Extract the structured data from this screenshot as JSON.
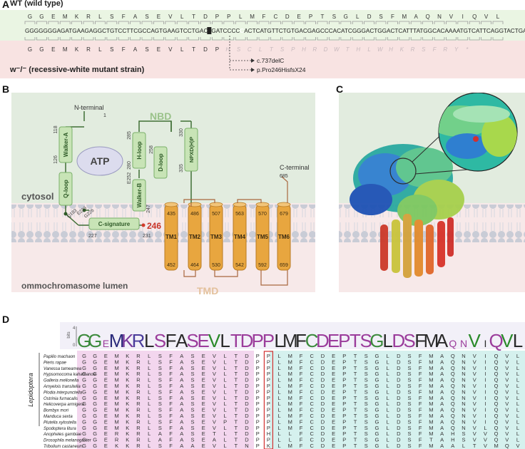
{
  "panel_a": {
    "letter": "A",
    "wt_label": "WT (wild type)",
    "wt_aa": [
      "G",
      "G",
      "E",
      "M",
      "K",
      "R",
      "L",
      "S",
      "F",
      "A",
      "S",
      "E",
      "V",
      "L",
      "T",
      "D",
      "P",
      "P",
      "L",
      "M",
      "F",
      "C",
      "D",
      "E",
      "P",
      "T",
      "S",
      "G",
      "L",
      "D",
      "S",
      "F",
      "M",
      "A",
      "Q",
      "N",
      "V",
      "I",
      "Q",
      "V",
      "L"
    ],
    "dna_left": "GGGGGGGAGATGAAGAGGCTGTCCTTCGCCAGTGAAGTCCTGACTGATCCCC",
    "dna_highlight": "C",
    "dna_right": "ACTCATGTTCTGTGACGAGCCCACATCGGGACTGGACTCATTTATGGCACAAAATGTCATTCAGGTACTGA",
    "mut_aa": [
      "G",
      "G",
      "E",
      "M",
      "K",
      "R",
      "L",
      "S",
      "F",
      "A",
      "S",
      "E",
      "V",
      "L",
      "T",
      "D",
      "P"
    ],
    "mut_aa_ghost": [
      "H",
      "S",
      "C",
      "L",
      "T",
      "S",
      "P",
      "H",
      "R",
      "D",
      "W",
      "T",
      "H",
      "L",
      "W",
      "H",
      "K",
      "R",
      "S",
      "F",
      "R",
      "Y",
      "*"
    ],
    "mut_label": "w⁻/⁻ (recessive-white mutant strain)",
    "annot1": "c.737delC",
    "annot2": "p.Pro246HisfsX24"
  },
  "panel_b": {
    "letter": "B",
    "n_terminal": "N-terminal",
    "n_num": "1",
    "nbd": "NBD",
    "atp": "ATP",
    "walker_a": "Walker-A",
    "q_loop": "Q-loop",
    "h_loop": "H-loop",
    "d_loop": "D-loop",
    "walker_b": "Walker-B",
    "npxdh": "NPXD(H)P",
    "c_signature": "C-signature",
    "nums": {
      "n118": "118",
      "n126": "126",
      "n285": "285",
      "n280": "280",
      "n258": "258",
      "n252": "E252",
      "n330": "330",
      "n335": "335",
      "n247": "247",
      "n231": "231",
      "n227": "227",
      "n183": "Q183",
      "e223": "E223",
      "g226": "G226"
    },
    "site": "246",
    "c_terminal": "C-terminal",
    "c_num": "685",
    "cytosol": "cytosol",
    "lumen": "ommochromasome lumen",
    "tmd": "TMD",
    "tm": [
      {
        "name": "TM1",
        "top": "435",
        "bottom": "452"
      },
      {
        "name": "TM2",
        "top": "486",
        "bottom": "464"
      },
      {
        "name": "TM3",
        "top": "507",
        "bottom": "530"
      },
      {
        "name": "TM4",
        "top": "563",
        "bottom": "542"
      },
      {
        "name": "TM5",
        "top": "570",
        "bottom": "592"
      },
      {
        "name": "TM6",
        "top": "679",
        "bottom": "659"
      }
    ]
  },
  "panel_c": {
    "letter": "C"
  },
  "panel_d": {
    "letter": "D",
    "axis_label": "bits",
    "axis_ticks": [
      "4",
      "0"
    ],
    "group_label": "Lepidoptera",
    "logo": [
      "G",
      "G",
      "E",
      "M",
      "K",
      "R",
      "L",
      "S",
      "F",
      "A",
      "S",
      "E",
      "V",
      "L",
      "T",
      "D",
      "P",
      "P",
      "L",
      "M",
      "F",
      "C",
      "D",
      "E",
      "P",
      "T",
      "S",
      "G",
      "L",
      "D",
      "S",
      "F",
      "M",
      "A",
      "Q",
      "N",
      "V",
      "I",
      "Q",
      "V",
      "L"
    ],
    "species": [
      {
        "name": "Papilio machaon",
        "seq": "GGEMKRLSFASEVLTDPPLMFCDEPTSGLDSFMAQNVIQVL"
      },
      {
        "name": "Pieris rapae",
        "seq": "GGEMKRLSFASEVLTDPPLMFCDEPTSGLDSFMAQNVIQVL"
      },
      {
        "name": "Vanessa tameamea",
        "seq": "GGEMKRLSFASEVLTDPPLMFCDEPTSGLDSFMAQNVIQVL"
      },
      {
        "name": "Hypsomocoma kahamanoa",
        "seq": "GGEMKRLSFASEVLTDPPLMFCDEPTSGLDSFMAQNVIQVL"
      },
      {
        "name": "Galleria mellonella",
        "seq": "GGEMKRLSFASEVLTDPPLMFCDEPTSGLDSFMAQNVIQVL"
      },
      {
        "name": "Amyelois transitella",
        "seq": "GGEMKRLSFASEVLTDPPLMFCDEPTSGLDSFMAQNVIQVL"
      },
      {
        "name": "Plodia interpunctella",
        "seq": "GGEMKRLSFASEVLTDPPLMFCDEPTSGLDSFMAQNVIQVL"
      },
      {
        "name": "Ostrinia furnacalis",
        "seq": "GGEMKRLSFASEVLTDPPLMFCDEPTSGLDSFMAQNVIQVL"
      },
      {
        "name": "Helicoverpa armigera",
        "seq": "GGEMKRLSFASEVLTDPPLMFCDEPTSGLDSFMAQNVIQVL"
      },
      {
        "name": "Bombyx mori",
        "seq": "GGEMKRLSFASEVLTDPPLMFCDEPTSGLDSFMAQNVIQVL"
      },
      {
        "name": "Manduca sexta",
        "seq": "GGEMKRLSFASEVLTDPPLMFCDEPTSGLDSFMAQNVIQVL"
      },
      {
        "name": "Plutella xylostella",
        "seq": "GGEMKRLSFASEVPTDPPLMFCDEPTSGLDSFMAQNVIQVL"
      },
      {
        "name": "Spodoptera litura",
        "seq": "GGEMKRLSFASEVLTDPPLMFCDEPTSGLDSFMAQNVLQVL"
      },
      {
        "name": "Anopheles gambiae",
        "seq": "GGERKRLAFASETLTDPHLLFCDEPTSGLDSFMAHSVVQVL"
      },
      {
        "name": "Drosophila melanogaster",
        "seq": "GGERKRLAFASEALTDPPLLFCDEPTSGLDSFTAHSVVQVL"
      },
      {
        "name": "Tribolium castaneum",
        "seq": "GGEKKRLSFAAEVLTNPKLMFCDEPTSGLDSFMAALTVMQVL"
      }
    ],
    "colors": {
      "lep_bg": "#f3d6ee",
      "right_bg": "#d5f1ee",
      "box": "#d23030"
    }
  }
}
